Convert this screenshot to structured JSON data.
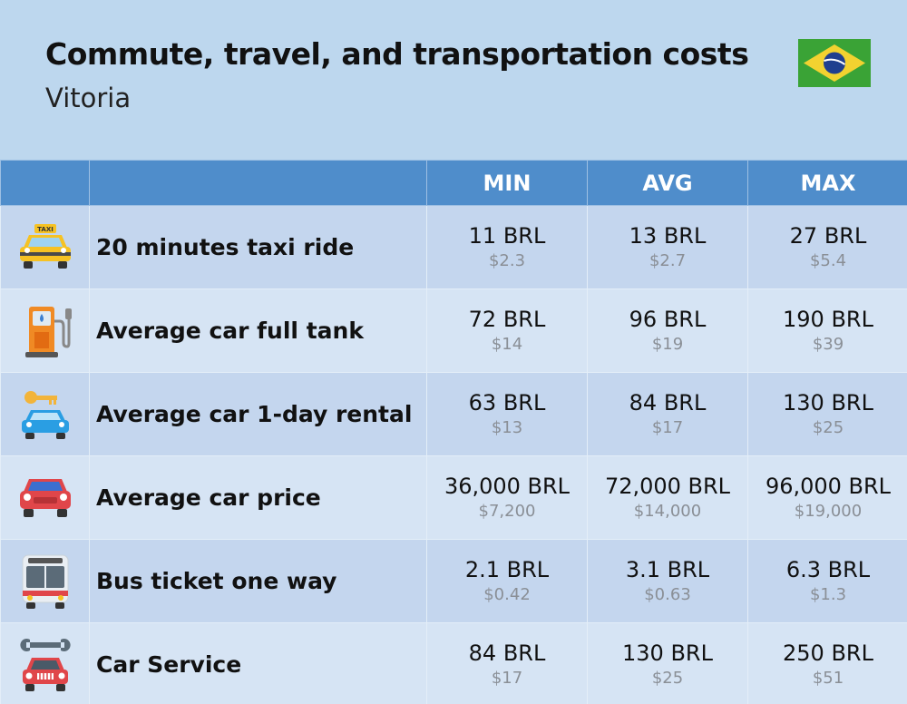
{
  "header": {
    "title": "Commute, travel, and transportation costs",
    "city": "Vitoria",
    "flag_icon": "brazil-flag-icon"
  },
  "columns": [
    "MIN",
    "AVG",
    "MAX"
  ],
  "rows": [
    {
      "icon": "taxi-icon",
      "label": "20 minutes taxi ride",
      "min_brl": "11 BRL",
      "min_usd": "$2.3",
      "avg_brl": "13 BRL",
      "avg_usd": "$2.7",
      "max_brl": "27 BRL",
      "max_usd": "$5.4"
    },
    {
      "icon": "fuel-pump-icon",
      "label": "Average car full tank",
      "min_brl": "72 BRL",
      "min_usd": "$14",
      "avg_brl": "96 BRL",
      "avg_usd": "$19",
      "max_brl": "190 BRL",
      "max_usd": "$39"
    },
    {
      "icon": "car-key-icon",
      "label": "Average car 1-day rental",
      "min_brl": "63 BRL",
      "min_usd": "$13",
      "avg_brl": "84 BRL",
      "avg_usd": "$17",
      "max_brl": "130 BRL",
      "max_usd": "$25"
    },
    {
      "icon": "car-icon",
      "label": "Average car price",
      "min_brl": "36,000 BRL",
      "min_usd": "$7,200",
      "avg_brl": "72,000 BRL",
      "avg_usd": "$14,000",
      "max_brl": "96,000 BRL",
      "max_usd": "$19,000"
    },
    {
      "icon": "bus-icon",
      "label": "Bus ticket one way",
      "min_brl": "2.1 BRL",
      "min_usd": "$0.42",
      "avg_brl": "3.1 BRL",
      "avg_usd": "$0.63",
      "max_brl": "6.3 BRL",
      "max_usd": "$1.3"
    },
    {
      "icon": "car-service-icon",
      "label": "Car Service",
      "min_brl": "84 BRL",
      "min_usd": "$17",
      "avg_brl": "130 BRL",
      "avg_usd": "$25",
      "max_brl": "250 BRL",
      "max_usd": "$51"
    }
  ],
  "colors": {
    "background": "#bdd7ee",
    "header_row": "#4f8dcb",
    "row_odd": "#c4d6ee",
    "row_even": "#d6e4f4",
    "usd_text": "#8a8f96"
  }
}
